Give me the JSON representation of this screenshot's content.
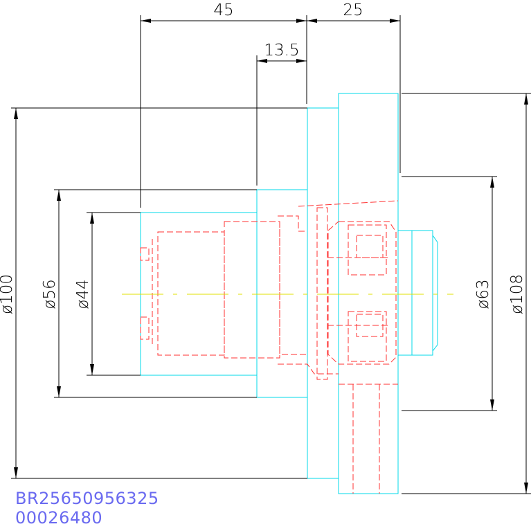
{
  "dimensions": {
    "top_length_left": "45",
    "top_length_right": "25",
    "top_length_inner": "13.5",
    "dia_outer_left": "ø100",
    "dia_flange_left": "ø56",
    "dia_shaft_left": "ø44",
    "dia_inner_right": "ø63",
    "dia_outer_right": "ø108"
  },
  "codes": {
    "part_number": "BR25650956325",
    "serial": "00026480"
  },
  "colors": {
    "dimension": "#000000",
    "outline": "#00d8e8",
    "hidden": "#ff3030",
    "centerline": "#e0e000",
    "code_text": "#6a6af0"
  }
}
